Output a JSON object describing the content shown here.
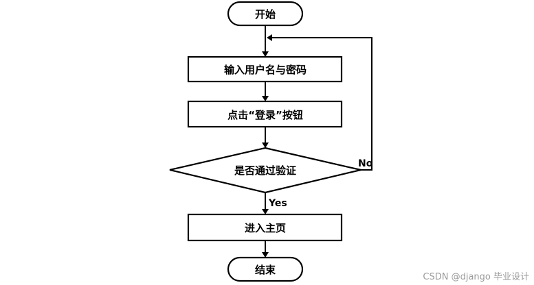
{
  "nodes": {
    "start": "开始",
    "input_credentials": "输入用户名与密码",
    "click_login": "点击“登录”按钮",
    "decision": "是否通过验证",
    "enter_home": "进入主页",
    "end": "结束"
  },
  "edge_labels": {
    "no": "No",
    "yes": "Yes"
  },
  "watermark": "CSDN @django  毕业设计"
}
